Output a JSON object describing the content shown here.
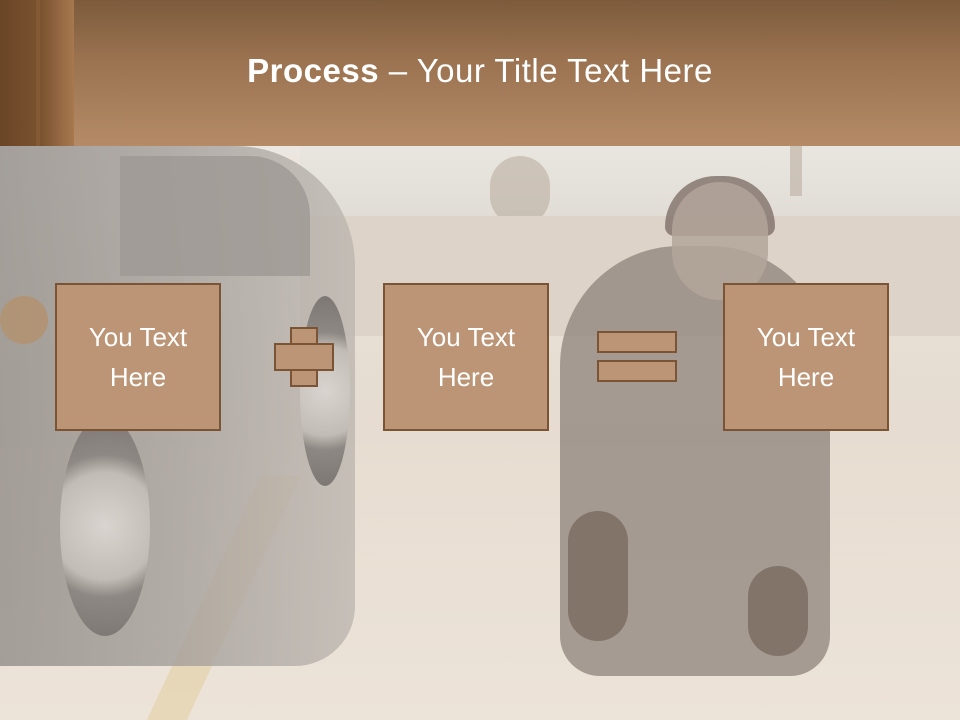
{
  "slide": {
    "title_bold": "Process",
    "title_rest": " – Your Title Text Here",
    "boxes": [
      {
        "label": "You Text\nHere"
      },
      {
        "label": "You Text\nHere"
      },
      {
        "label": "You Text\nHere"
      }
    ],
    "operators": [
      "plus-icon",
      "equals-icon"
    ]
  },
  "colors": {
    "header_brown": "#9a7250",
    "box_fill": "#bc9476",
    "box_border": "#7b5436"
  }
}
